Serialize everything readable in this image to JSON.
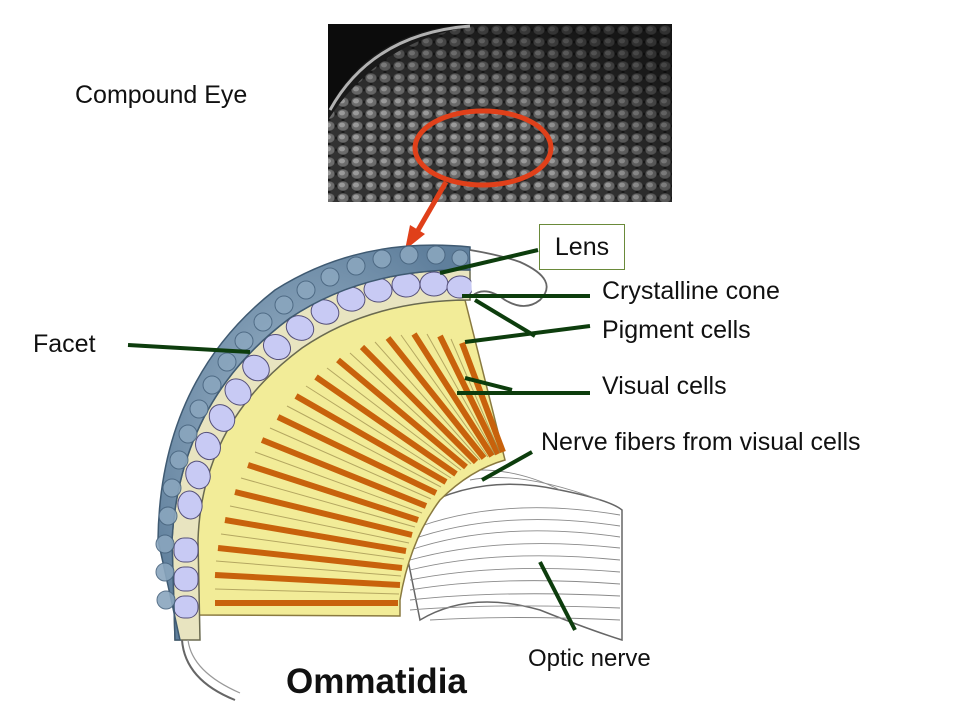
{
  "title": "Compound Eye",
  "subtitle": "Ommatidia",
  "labels": {
    "lens": "Lens",
    "crystalline_cone": "Crystalline cone",
    "pigment_cells": "Pigment cells",
    "facet": "Facet",
    "visual_cells": "Visual cells",
    "nerve_fibers": "Nerve fibers from visual cells",
    "optic_nerve": "Optic nerve"
  },
  "colors": {
    "leader_line": "#0d3d0d",
    "pointer_arrow": "#e0401a",
    "lens_box_border": "#6a8a3a",
    "facet_blue": "#7a9ab4",
    "cone_lavender": "#c8caf4",
    "visual_yellow": "#f2ec98",
    "pigment_brown": "#c8620c"
  }
}
